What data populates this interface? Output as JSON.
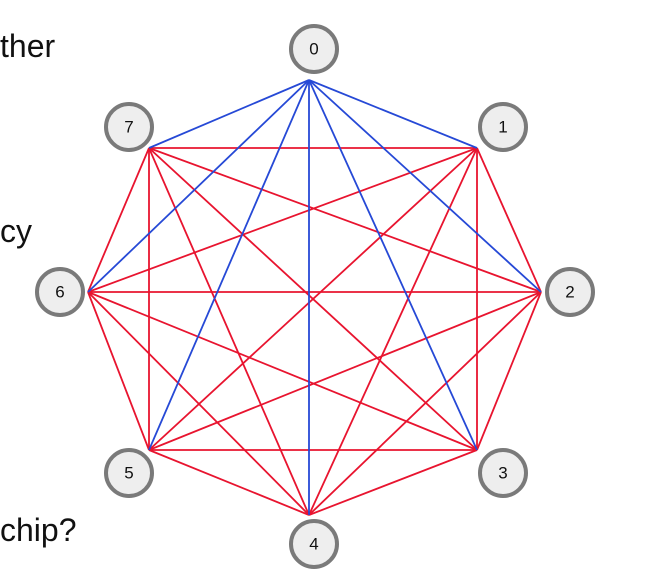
{
  "text_fragments": [
    "ther",
    "cy",
    "chip?"
  ],
  "graph": {
    "nodes": [
      {
        "id": 0,
        "label": "0"
      },
      {
        "id": 1,
        "label": "1"
      },
      {
        "id": 2,
        "label": "2"
      },
      {
        "id": 3,
        "label": "3"
      },
      {
        "id": 4,
        "label": "4"
      },
      {
        "id": 5,
        "label": "5"
      },
      {
        "id": 6,
        "label": "6"
      },
      {
        "id": 7,
        "label": "7"
      }
    ],
    "edge_colors": {
      "blue": "#2649d6",
      "red": "#e8142f"
    },
    "blue_edges": [
      [
        0,
        1
      ],
      [
        0,
        2
      ],
      [
        0,
        3
      ],
      [
        0,
        4
      ],
      [
        0,
        5
      ],
      [
        0,
        6
      ],
      [
        0,
        7
      ]
    ],
    "red_edges": "all pairs among nodes 1-7"
  }
}
